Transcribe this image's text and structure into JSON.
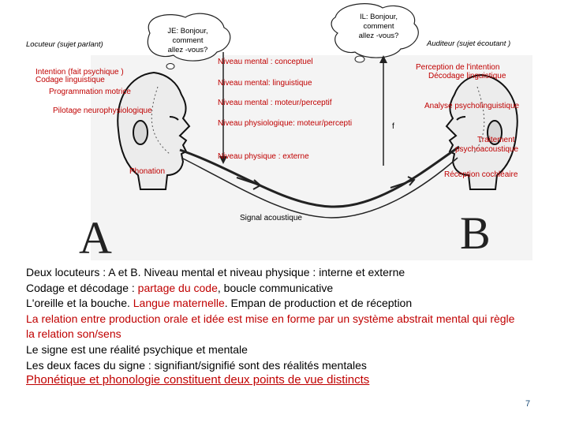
{
  "speaker_label": "Locuteur (sujet parlant)",
  "listener_label": "Auditeur (sujet écoutant   )",
  "bubble_je": [
    "JE: Bonjour,",
    "comment",
    "allez -vous?"
  ],
  "bubble_il": [
    "IL: Bonjour,",
    "comment",
    "allez -vous?"
  ],
  "left_steps": {
    "intention": "Intention (fait psychique   )",
    "codage": "Codage linguistique",
    "programmation": "Programmation motrice",
    "pilotage": "Pilotage neurophysiologique",
    "phonation": "Phonation"
  },
  "right_steps": {
    "perception": "Perception de l'intention",
    "decodage": "Décodage linguistique",
    "analyse": "Analyse psycholinguistique",
    "traitement_1": "Traitement",
    "traitement_2": "psychoacoustique",
    "reception": "Réception cochléaire"
  },
  "levels": {
    "conceptuel": "Niveau mental : conceptuel",
    "linguistique": "Niveau mental: linguistique",
    "moteur": "Niveau mental : moteur/perceptif",
    "physio": "Niveau physiologique: moteur/percepti",
    "physio_f": "f",
    "externe": "Niveau physique : externe"
  },
  "signal_label": "Signal acoustique",
  "letter_a": "A",
  "letter_b": "B",
  "body_lines": [
    {
      "segments": [
        {
          "text": "Deux locuteurs : A et B. Niveau mental et niveau physique : interne et externe",
          "red": false
        }
      ]
    },
    {
      "segments": [
        {
          "text": "Codage et décodage : ",
          "red": false
        },
        {
          "text": "partage du code",
          "red": true
        },
        {
          "text": ", boucle communicative",
          "red": false
        }
      ]
    },
    {
      "segments": [
        {
          "text": "L'oreille et la bouche. ",
          "red": false
        },
        {
          "text": "Langue maternelle",
          "red": true
        },
        {
          "text": ". Empan de production et de réception",
          "red": false
        }
      ]
    },
    {
      "segments": [
        {
          "text": "La relation entre production orale  et idée est mise en forme par un système abstrait  mental qui règle",
          "red": true
        }
      ]
    },
    {
      "segments": [
        {
          "text": "la relation son/sens",
          "red": true
        }
      ]
    },
    {
      "segments": [
        {
          "text": "Le signe est une réalité psychique et mentale",
          "red": false
        }
      ]
    },
    {
      "segments": [
        {
          "text": "Les deux faces du signe : signifiant/signifié sont  des réalités mentales",
          "red": false
        }
      ]
    }
  ],
  "last_line": "Phonétique et phonologie constituent deux points de vue distincts",
  "page_number": "7"
}
